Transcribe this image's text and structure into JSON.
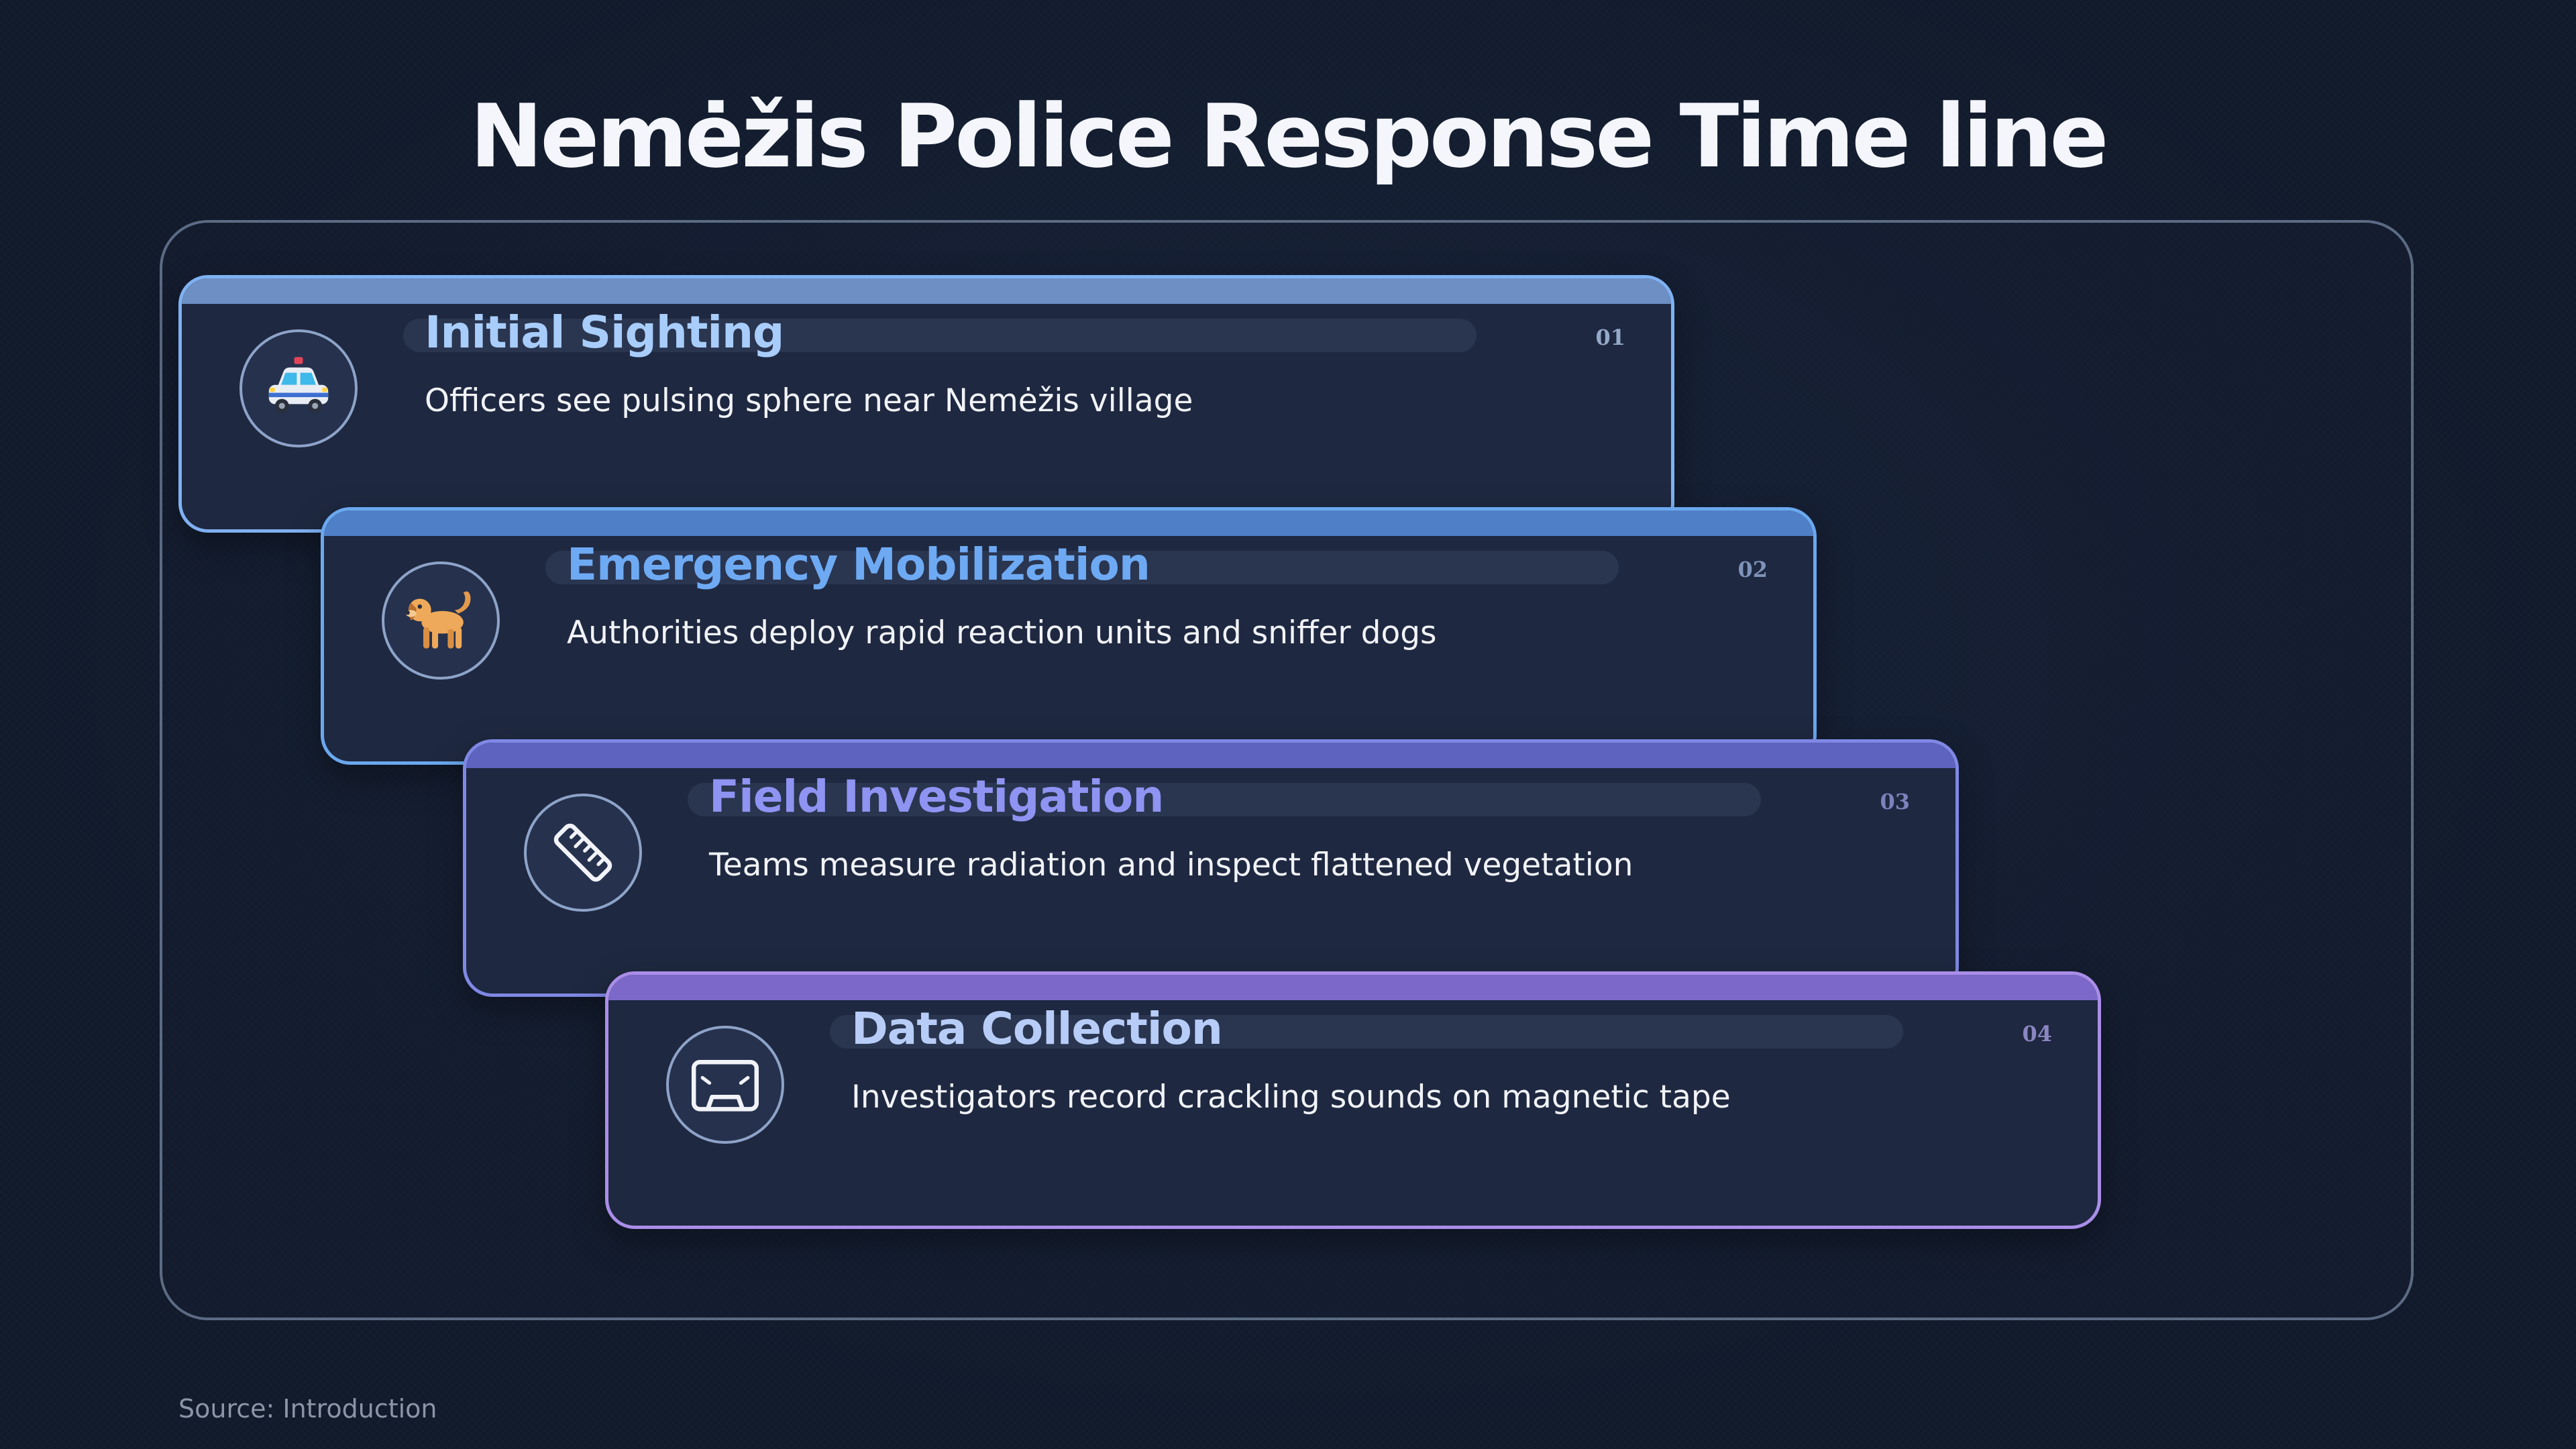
{
  "title": "Nemėžis Police Response Time line",
  "steps": [
    {
      "number": "01",
      "title": "Initial Sighting",
      "description": "Officers see pulsing sphere near Nemėžis village",
      "icon": "police-car-icon"
    },
    {
      "number": "02",
      "title": "Emergency Mobilization",
      "description": "Authorities deploy rapid reaction units and sniffer dogs",
      "icon": "dog-icon"
    },
    {
      "number": "03",
      "title": "Field Investigation",
      "description": "Teams measure radiation and inspect flattened vegetation",
      "icon": "ruler-icon"
    },
    {
      "number": "04",
      "title": "Data Collection",
      "description": "Investigators record crackling sounds on magnetic tape",
      "icon": "cassette-tape-icon"
    }
  ],
  "source": "Source: Introduction",
  "colors": {
    "background": "#111a2b",
    "card": "#1e2840",
    "step1_accent": "#7fb1f2",
    "step2_accent": "#6aa8ef",
    "step3_accent": "#7f88e4",
    "step4_accent": "#a98ee8"
  }
}
